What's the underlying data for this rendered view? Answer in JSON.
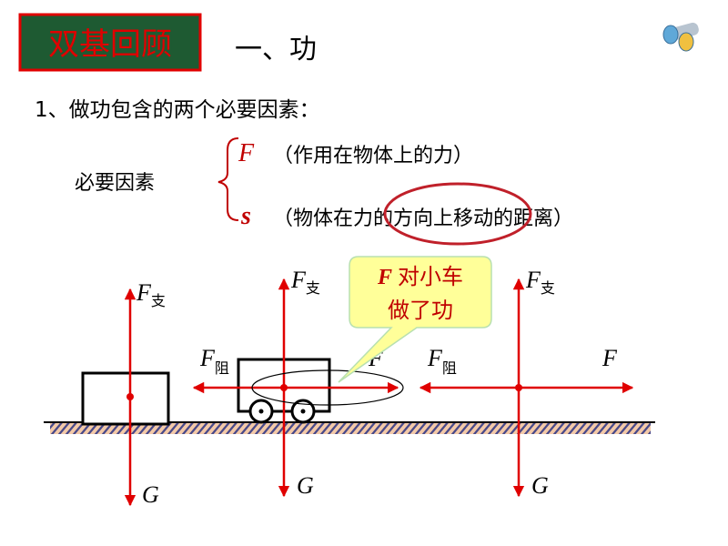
{
  "header": {
    "badge": "双基回顾",
    "title": "一、功"
  },
  "point1": "1、做功包含的两个必要因素：",
  "factors": {
    "label": "必要因素",
    "items": [
      {
        "symbol": "F",
        "text": "（作用在物体上的力）"
      },
      {
        "symbol": "s",
        "text": "（物体在力的方向上移动的距离）"
      }
    ]
  },
  "diagram": {
    "f_support": "F",
    "sub_support": "支",
    "gravity": "G",
    "f_resist": "F",
    "sub_resist": "阻",
    "force": "F",
    "callout_symbol": "F",
    "callout_line1": "对小车",
    "callout_line2": "做了功"
  },
  "colors": {
    "accent": "#e00000",
    "badge_bg": "#1e5a32",
    "callout_bg": "#ffff99"
  }
}
